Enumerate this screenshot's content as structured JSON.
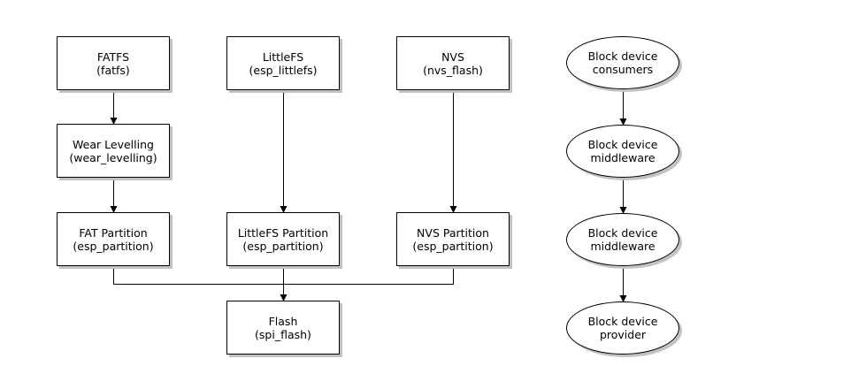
{
  "diagram": {
    "nodes": [
      {
        "id": "fatfs",
        "shape": "rect",
        "lines": [
          "FATFS",
          "(fatfs)"
        ]
      },
      {
        "id": "littlefs",
        "shape": "rect",
        "lines": [
          "LittleFS",
          "(esp_littlefs)"
        ]
      },
      {
        "id": "nvs",
        "shape": "rect",
        "lines": [
          "NVS",
          "(nvs_flash)"
        ]
      },
      {
        "id": "wear-levelling",
        "shape": "rect",
        "lines": [
          "Wear Levelling",
          "(wear_levelling)"
        ]
      },
      {
        "id": "fat-partition",
        "shape": "rect",
        "lines": [
          "FAT Partition",
          "(esp_partition)"
        ]
      },
      {
        "id": "littlefs-partition",
        "shape": "rect",
        "lines": [
          "LittleFS Partition",
          "(esp_partition)"
        ]
      },
      {
        "id": "nvs-partition",
        "shape": "rect",
        "lines": [
          "NVS Partition",
          "(esp_partition)"
        ]
      },
      {
        "id": "flash",
        "shape": "rect",
        "lines": [
          "Flash",
          "(spi_flash)"
        ]
      },
      {
        "id": "legend-consumers",
        "shape": "ellipse",
        "lines": [
          "Block device",
          "consumers"
        ]
      },
      {
        "id": "legend-middleware-1",
        "shape": "ellipse",
        "lines": [
          "Block device",
          "middleware"
        ]
      },
      {
        "id": "legend-middleware-2",
        "shape": "ellipse",
        "lines": [
          "Block device",
          "middleware"
        ]
      },
      {
        "id": "legend-provider",
        "shape": "ellipse",
        "lines": [
          "Block device",
          "provider"
        ]
      }
    ],
    "edges": [
      {
        "from": "fatfs",
        "to": "wear-levelling"
      },
      {
        "from": "wear-levelling",
        "to": "fat-partition"
      },
      {
        "from": "littlefs",
        "to": "littlefs-partition"
      },
      {
        "from": "nvs",
        "to": "nvs-partition"
      },
      {
        "from": "fat-partition",
        "to": "flash"
      },
      {
        "from": "littlefs-partition",
        "to": "flash"
      },
      {
        "from": "nvs-partition",
        "to": "flash"
      },
      {
        "from": "legend-consumers",
        "to": "legend-middleware-1"
      },
      {
        "from": "legend-middleware-1",
        "to": "legend-middleware-2"
      },
      {
        "from": "legend-middleware-2",
        "to": "legend-provider"
      }
    ]
  }
}
